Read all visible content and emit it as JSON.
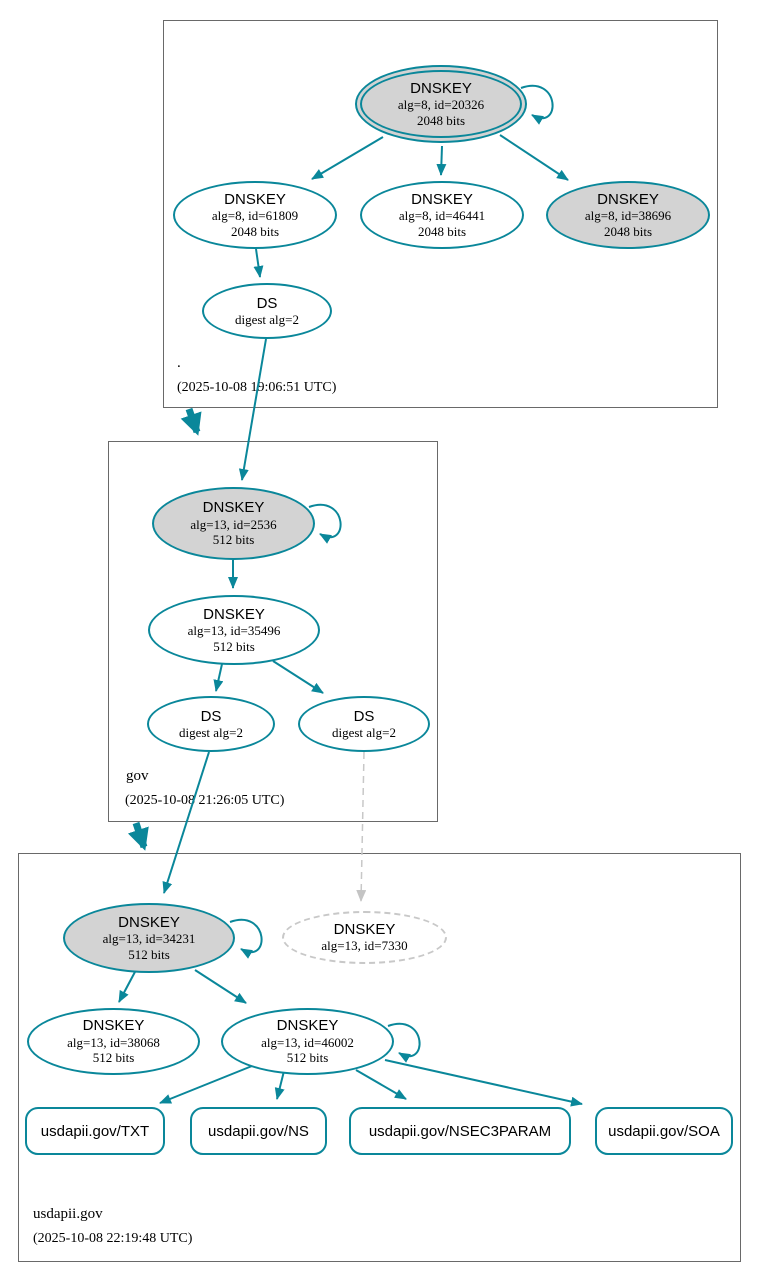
{
  "colors": {
    "edge_secure": "#0a879a",
    "ksk_fill": "#d3d3d3",
    "insecure_gray": "#c8c8c8",
    "zone_border": "#696969"
  },
  "zones": [
    {
      "name": ".",
      "timestamp": "(2025-10-08 19:06:51 UTC)",
      "nodes": [
        {
          "type": "DNSKEY",
          "detail1": "alg=8, id=20326",
          "detail2": "2048 bits"
        },
        {
          "type": "DNSKEY",
          "detail1": "alg=8, id=61809",
          "detail2": "2048 bits"
        },
        {
          "type": "DNSKEY",
          "detail1": "alg=8, id=46441",
          "detail2": "2048 bits"
        },
        {
          "type": "DNSKEY",
          "detail1": "alg=8, id=38696",
          "detail2": "2048 bits"
        },
        {
          "type": "DS",
          "detail1": "digest alg=2"
        }
      ]
    },
    {
      "name": "gov",
      "timestamp": "(2025-10-08 21:26:05 UTC)",
      "nodes": [
        {
          "type": "DNSKEY",
          "detail1": "alg=13, id=2536",
          "detail2": "512 bits"
        },
        {
          "type": "DNSKEY",
          "detail1": "alg=13, id=35496",
          "detail2": "512 bits"
        },
        {
          "type": "DS",
          "detail1": "digest alg=2"
        },
        {
          "type": "DS",
          "detail1": "digest alg=2"
        }
      ]
    },
    {
      "name": "usdapii.gov",
      "timestamp": "(2025-10-08 22:19:48 UTC)",
      "nodes": [
        {
          "type": "DNSKEY",
          "detail1": "alg=13, id=34231",
          "detail2": "512 bits"
        },
        {
          "type": "DNSKEY",
          "detail1": "alg=13, id=7330"
        },
        {
          "type": "DNSKEY",
          "detail1": "alg=13, id=38068",
          "detail2": "512 bits"
        },
        {
          "type": "DNSKEY",
          "detail1": "alg=13, id=46002",
          "detail2": "512 bits"
        }
      ],
      "rrsets": [
        "usdapii.gov/TXT",
        "usdapii.gov/NS",
        "usdapii.gov/NSEC3PARAM",
        "usdapii.gov/SOA"
      ]
    }
  ]
}
